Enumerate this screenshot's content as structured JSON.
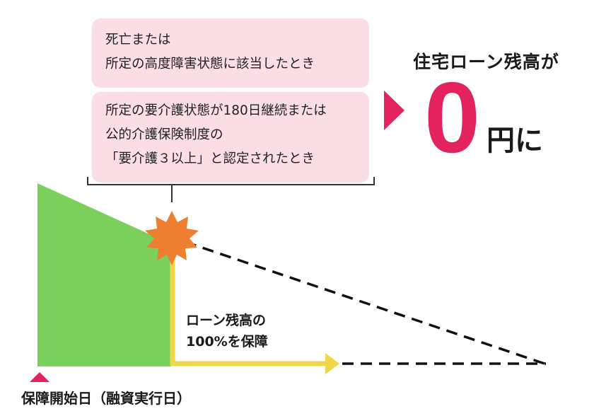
{
  "conditions": {
    "box1": {
      "lines": [
        "死亡または",
        "所定の高度障害状態に該当したとき"
      ]
    },
    "box2": {
      "lines": [
        "所定の要介護状態が180日継続または",
        "公的介護保険制度の",
        "「要介護３以上」と認定されたとき"
      ]
    }
  },
  "result": {
    "heading": "住宅ローン残高が",
    "zero": "0",
    "unit": "円に"
  },
  "graph": {
    "guarantee_label": [
      "ローン残高の",
      "100%を保障"
    ],
    "start_label": "保障開始日（融資実行日）",
    "icons": [
      "event-burst-icon",
      "pointer-triangle-icon",
      "start-marker-icon",
      "arrow-right-icon"
    ]
  },
  "colors": {
    "accent_pink": "#e4235e",
    "box_bg": "#fbdde5",
    "balance_green": "#7ad05a",
    "guarantee_yellow": "#f1d64a",
    "event_orange": "#ee7f31",
    "text": "#1a1a1a"
  }
}
